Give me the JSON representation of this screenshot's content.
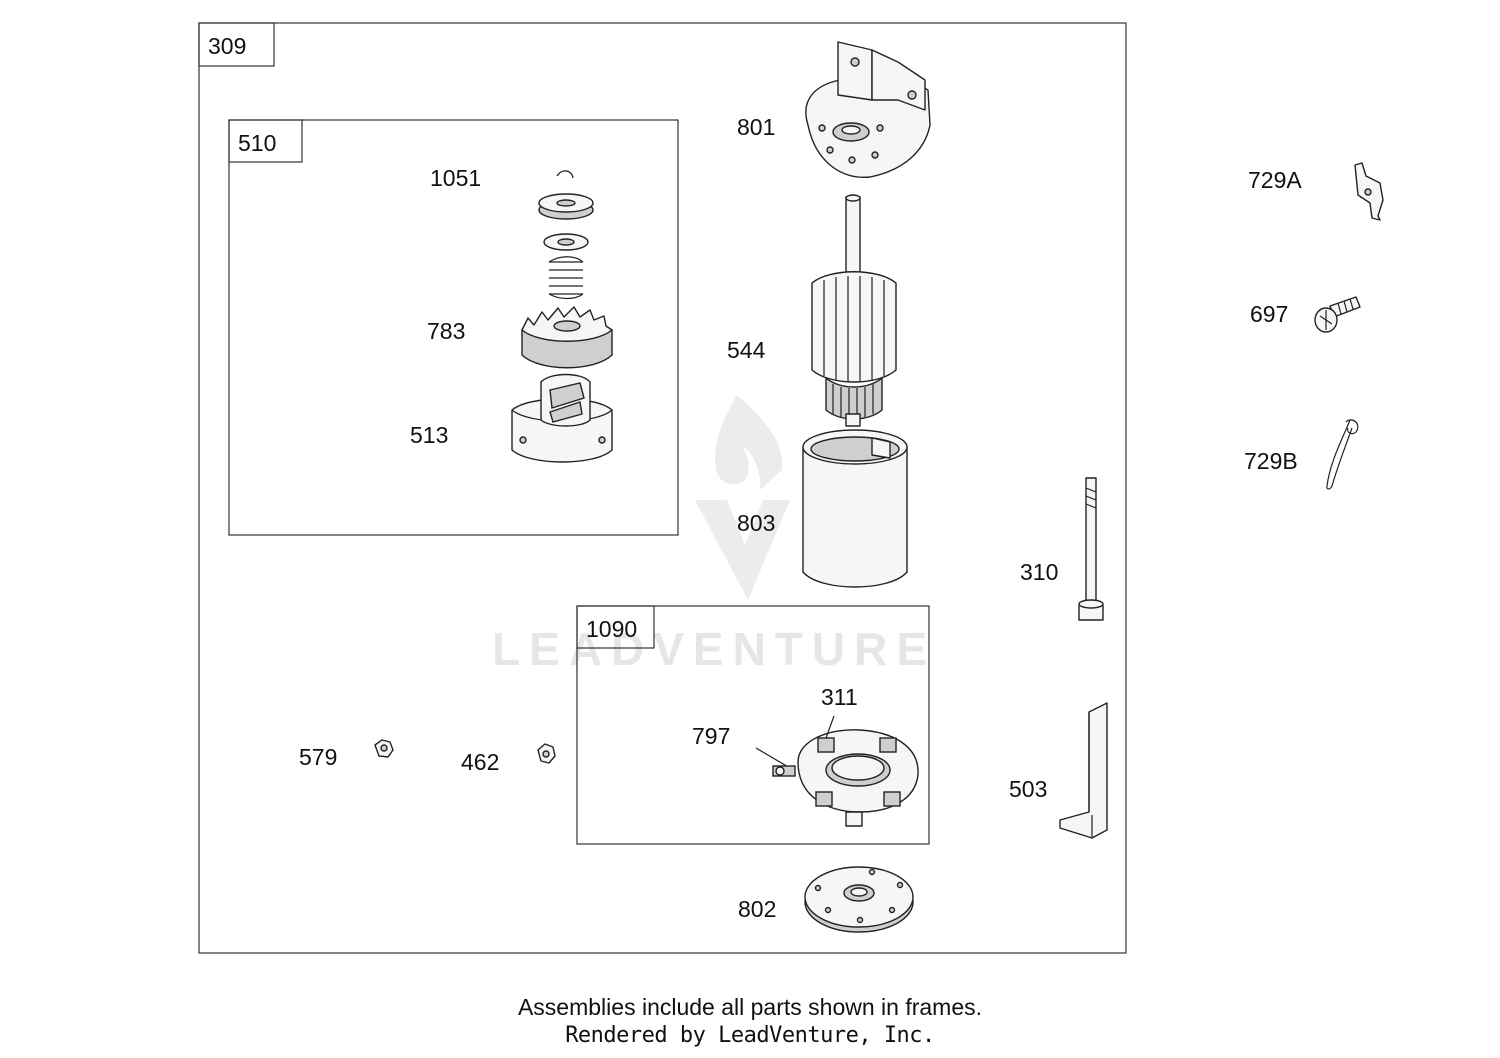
{
  "frames": {
    "outer": "309",
    "drive": "510",
    "brush": "1090"
  },
  "labels": {
    "p801": "801",
    "p1051": "1051",
    "p783": "783",
    "p513": "513",
    "p544": "544",
    "p803": "803",
    "p310": "310",
    "p311": "311",
    "p797": "797",
    "p579": "579",
    "p462": "462",
    "p503": "503",
    "p802": "802",
    "p729a": "729A",
    "p697": "697",
    "p729b": "729B"
  },
  "watermark": "LEADVENTURE",
  "footer": {
    "note": "Assemblies include all parts shown in frames.",
    "credit": "Rendered by LeadVenture, Inc."
  }
}
